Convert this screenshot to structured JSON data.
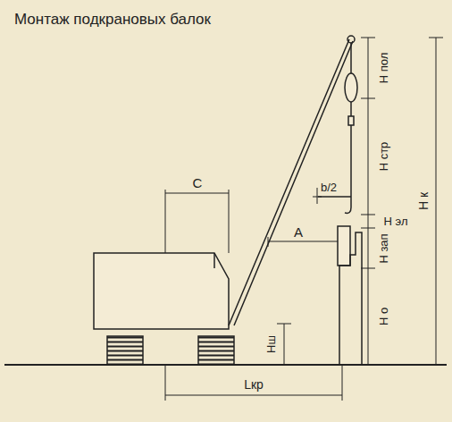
{
  "diagram": {
    "title": "Монтаж подкрановых балок",
    "labels": [
      "C",
      "A",
      "b/2",
      "Н пол",
      "Н стр",
      "Н эл",
      "Н зап",
      "Н о",
      "Н к",
      "Нш",
      "Lкр"
    ]
  }
}
